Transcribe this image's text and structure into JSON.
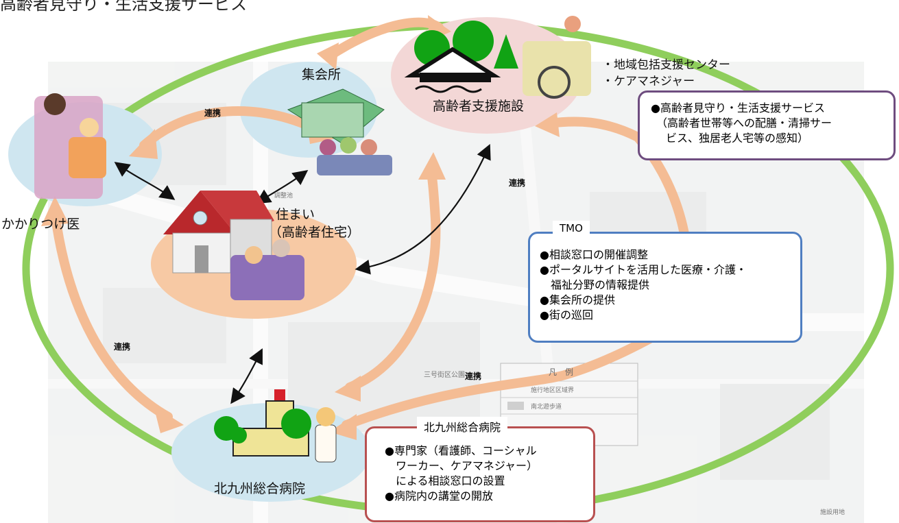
{
  "title_partial": "高齢者見守り・生活支援サービス",
  "nodes": {
    "clinic": "かかりつけ医",
    "hall": "集会所",
    "facility": "高齢者支援施設",
    "home_line1": "住まい",
    "home_line2": "（高齢者住宅）",
    "hospital": "北九州総合病院"
  },
  "link_label": "連携",
  "side_notes": [
    "・地域包括支援センター",
    "・ケアマネジャー"
  ],
  "box_purple": {
    "lines": [
      "●高齢者見守り・生活支援サービス",
      "（高齢者世帯等への配膳・清掃サー",
      "ビス、独居老人宅等の感知）"
    ]
  },
  "box_blue": {
    "tag": "TMO",
    "lines": [
      "●相談窓口の開催調整",
      "●ポータルサイトを活用した医療・介護・",
      "福祉分野の情報提供",
      "●集会所の提供",
      "●街の巡回"
    ]
  },
  "box_red": {
    "tag": "北九州総合病院",
    "lines": [
      "●専門家（看護師、コーシャル",
      "ワーカー、ケアマネジャー）",
      "による相談窓口の設置",
      "●病院内の講堂の開放"
    ]
  },
  "map_legend": {
    "title": "凡　例",
    "items": [
      "施行地区区域界",
      "南北遊歩道",
      "施設用地"
    ]
  },
  "map_text": {
    "park": "三号街区公園",
    "pond": "調整池"
  },
  "colors": {
    "ring": "#8fce5c",
    "arrow": "#f4bc94",
    "blob_blue": "#cfe6f0",
    "blob_pink": "#f3d7d6",
    "blob_orange": "#f7c9a4",
    "box_purple": "#6e4c7f",
    "box_blue": "#4f7ec1",
    "box_red": "#b85050"
  }
}
